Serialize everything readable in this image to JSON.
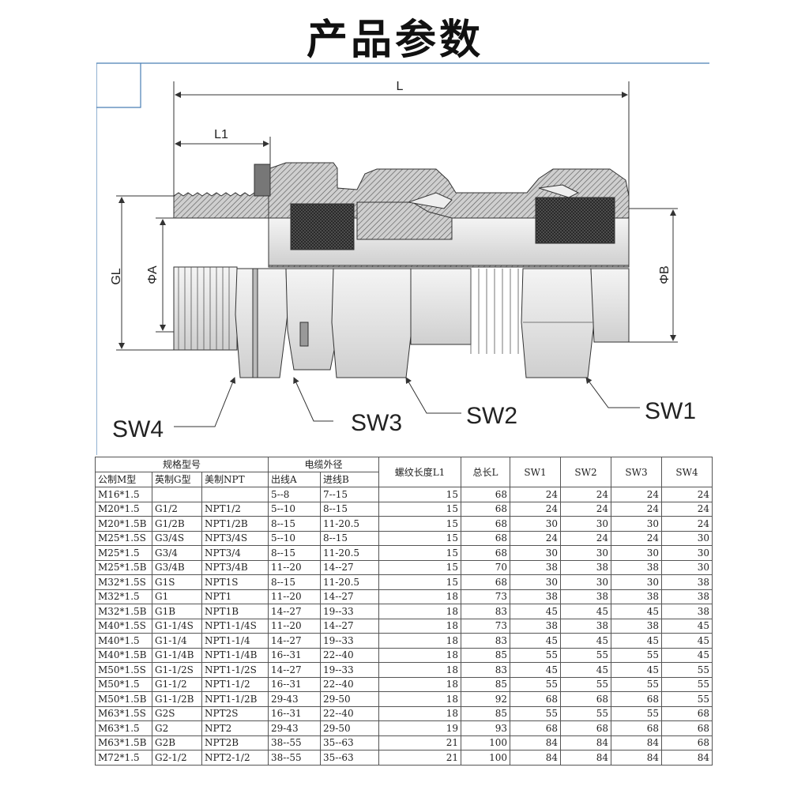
{
  "title": "产品参数",
  "drawing": {
    "labels": {
      "L": "L",
      "L1": "L1",
      "GL": "GL",
      "PhiA": "ΦA",
      "PhiB": "ΦB",
      "SW1": "SW1",
      "SW2": "SW2",
      "SW3": "SW3",
      "SW4": "SW4"
    }
  },
  "table": {
    "header_group_spec": "规格型号",
    "header_group_cable": "电缆外径",
    "sub_headers": [
      "公制M型",
      "英制G型",
      "美制NPT",
      "出线A",
      "进线B"
    ],
    "header_thread": "螺纹长度L1",
    "header_total": "总长L",
    "header_sw": [
      "SW1",
      "SW2",
      "SW3",
      "SW4"
    ],
    "rows": [
      [
        "M16*1.5",
        "",
        "",
        "5--8",
        "7--15",
        "15",
        "68",
        "24",
        "24",
        "24",
        "24"
      ],
      [
        "M20*1.5",
        "G1/2",
        "NPT1/2",
        "5--10",
        "8--15",
        "15",
        "68",
        "24",
        "24",
        "24",
        "24"
      ],
      [
        "M20*1.5B",
        "G1/2B",
        "NPT1/2B",
        "8--15",
        "11-20.5",
        "15",
        "68",
        "30",
        "30",
        "30",
        "24"
      ],
      [
        "M25*1.5S",
        "G3/4S",
        "NPT3/4S",
        "5--10",
        "8--15",
        "15",
        "68",
        "24",
        "24",
        "24",
        "30"
      ],
      [
        "M25*1.5",
        "G3/4",
        "NPT3/4",
        "8--15",
        "11-20.5",
        "15",
        "68",
        "30",
        "30",
        "30",
        "30"
      ],
      [
        "M25*1.5B",
        "G3/4B",
        "NPT3/4B",
        "11--20",
        "14--27",
        "15",
        "70",
        "38",
        "38",
        "38",
        "30"
      ],
      [
        "M32*1.5S",
        "G1S",
        "NPT1S",
        "8--15",
        "11-20.5",
        "15",
        "68",
        "30",
        "30",
        "30",
        "38"
      ],
      [
        "M32*1.5",
        "G1",
        "NPT1",
        "11--20",
        "14--27",
        "18",
        "73",
        "38",
        "38",
        "38",
        "38"
      ],
      [
        "M32*1.5B",
        "G1B",
        "NPT1B",
        "14--27",
        "19--33",
        "18",
        "83",
        "45",
        "45",
        "45",
        "38"
      ],
      [
        "M40*1.5S",
        "G1-1/4S",
        "NPT1-1/4S",
        "11--20",
        "14--27",
        "18",
        "73",
        "38",
        "38",
        "38",
        "45"
      ],
      [
        "M40*1.5",
        "G1-1/4",
        "NPT1-1/4",
        "14--27",
        "19--33",
        "18",
        "83",
        "45",
        "45",
        "45",
        "45"
      ],
      [
        "M40*1.5B",
        "G1-1/4B",
        "NPT1-1/4B",
        "16--31",
        "22--40",
        "18",
        "85",
        "55",
        "55",
        "55",
        "45"
      ],
      [
        "M50*1.5S",
        "G1-1/2S",
        "NPT1-1/2S",
        "14--27",
        "19--33",
        "18",
        "83",
        "45",
        "45",
        "45",
        "55"
      ],
      [
        "M50*1.5",
        "G1-1/2",
        "NPT1-1/2",
        "16--31",
        "22--40",
        "18",
        "85",
        "55",
        "55",
        "55",
        "55"
      ],
      [
        "M50*1.5B",
        "G1-1/2B",
        "NPT1-1/2B",
        "29-43",
        "29-50",
        "18",
        "92",
        "68",
        "68",
        "68",
        "55"
      ],
      [
        "M63*1.5S",
        "G2S",
        "NPT2S",
        "16--31",
        "22--40",
        "18",
        "85",
        "55",
        "55",
        "55",
        "68"
      ],
      [
        "M63*1.5",
        "G2",
        "NPT2",
        "29-43",
        "29-50",
        "19",
        "93",
        "68",
        "68",
        "68",
        "68"
      ],
      [
        "M63*1.5B",
        "G2B",
        "NPT2B",
        "38--55",
        "35--63",
        "21",
        "100",
        "84",
        "84",
        "84",
        "68"
      ],
      [
        "M72*1.5",
        "G2-1/2",
        "NPT2-1/2",
        "38--55",
        "35--63",
        "21",
        "100",
        "84",
        "84",
        "84",
        "84"
      ]
    ]
  }
}
